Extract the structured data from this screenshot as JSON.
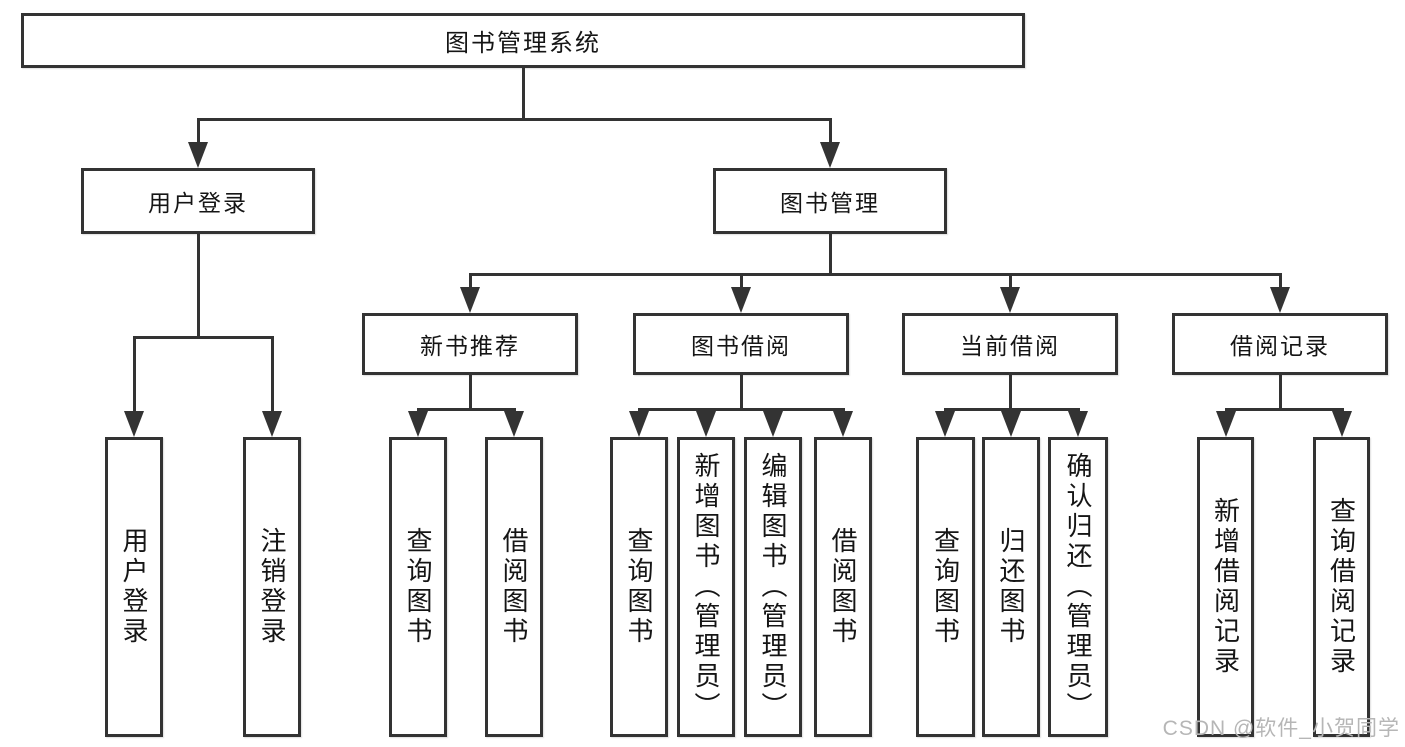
{
  "diagram": {
    "root": "图书管理系统",
    "l2": [
      "用户登录",
      "图书管理"
    ],
    "l3": [
      "新书推荐",
      "图书借阅",
      "当前借阅",
      "借阅记录"
    ],
    "leaf": [
      "用户登录",
      "注销登录",
      "查询图书",
      "借阅图书",
      "查询图书",
      "新增图书（管理员）",
      "编辑图书（管理员）",
      "借阅图书",
      "查询图书",
      "归还图书",
      "确认归还（管理员）",
      "新增借阅记录",
      "查询借阅记录"
    ]
  },
  "watermark": "CSDN @软件_小贺同学",
  "colors": {
    "line": "#333333",
    "text": "#151515",
    "watermark": "#b6b6b6",
    "background": "#ffffff"
  }
}
